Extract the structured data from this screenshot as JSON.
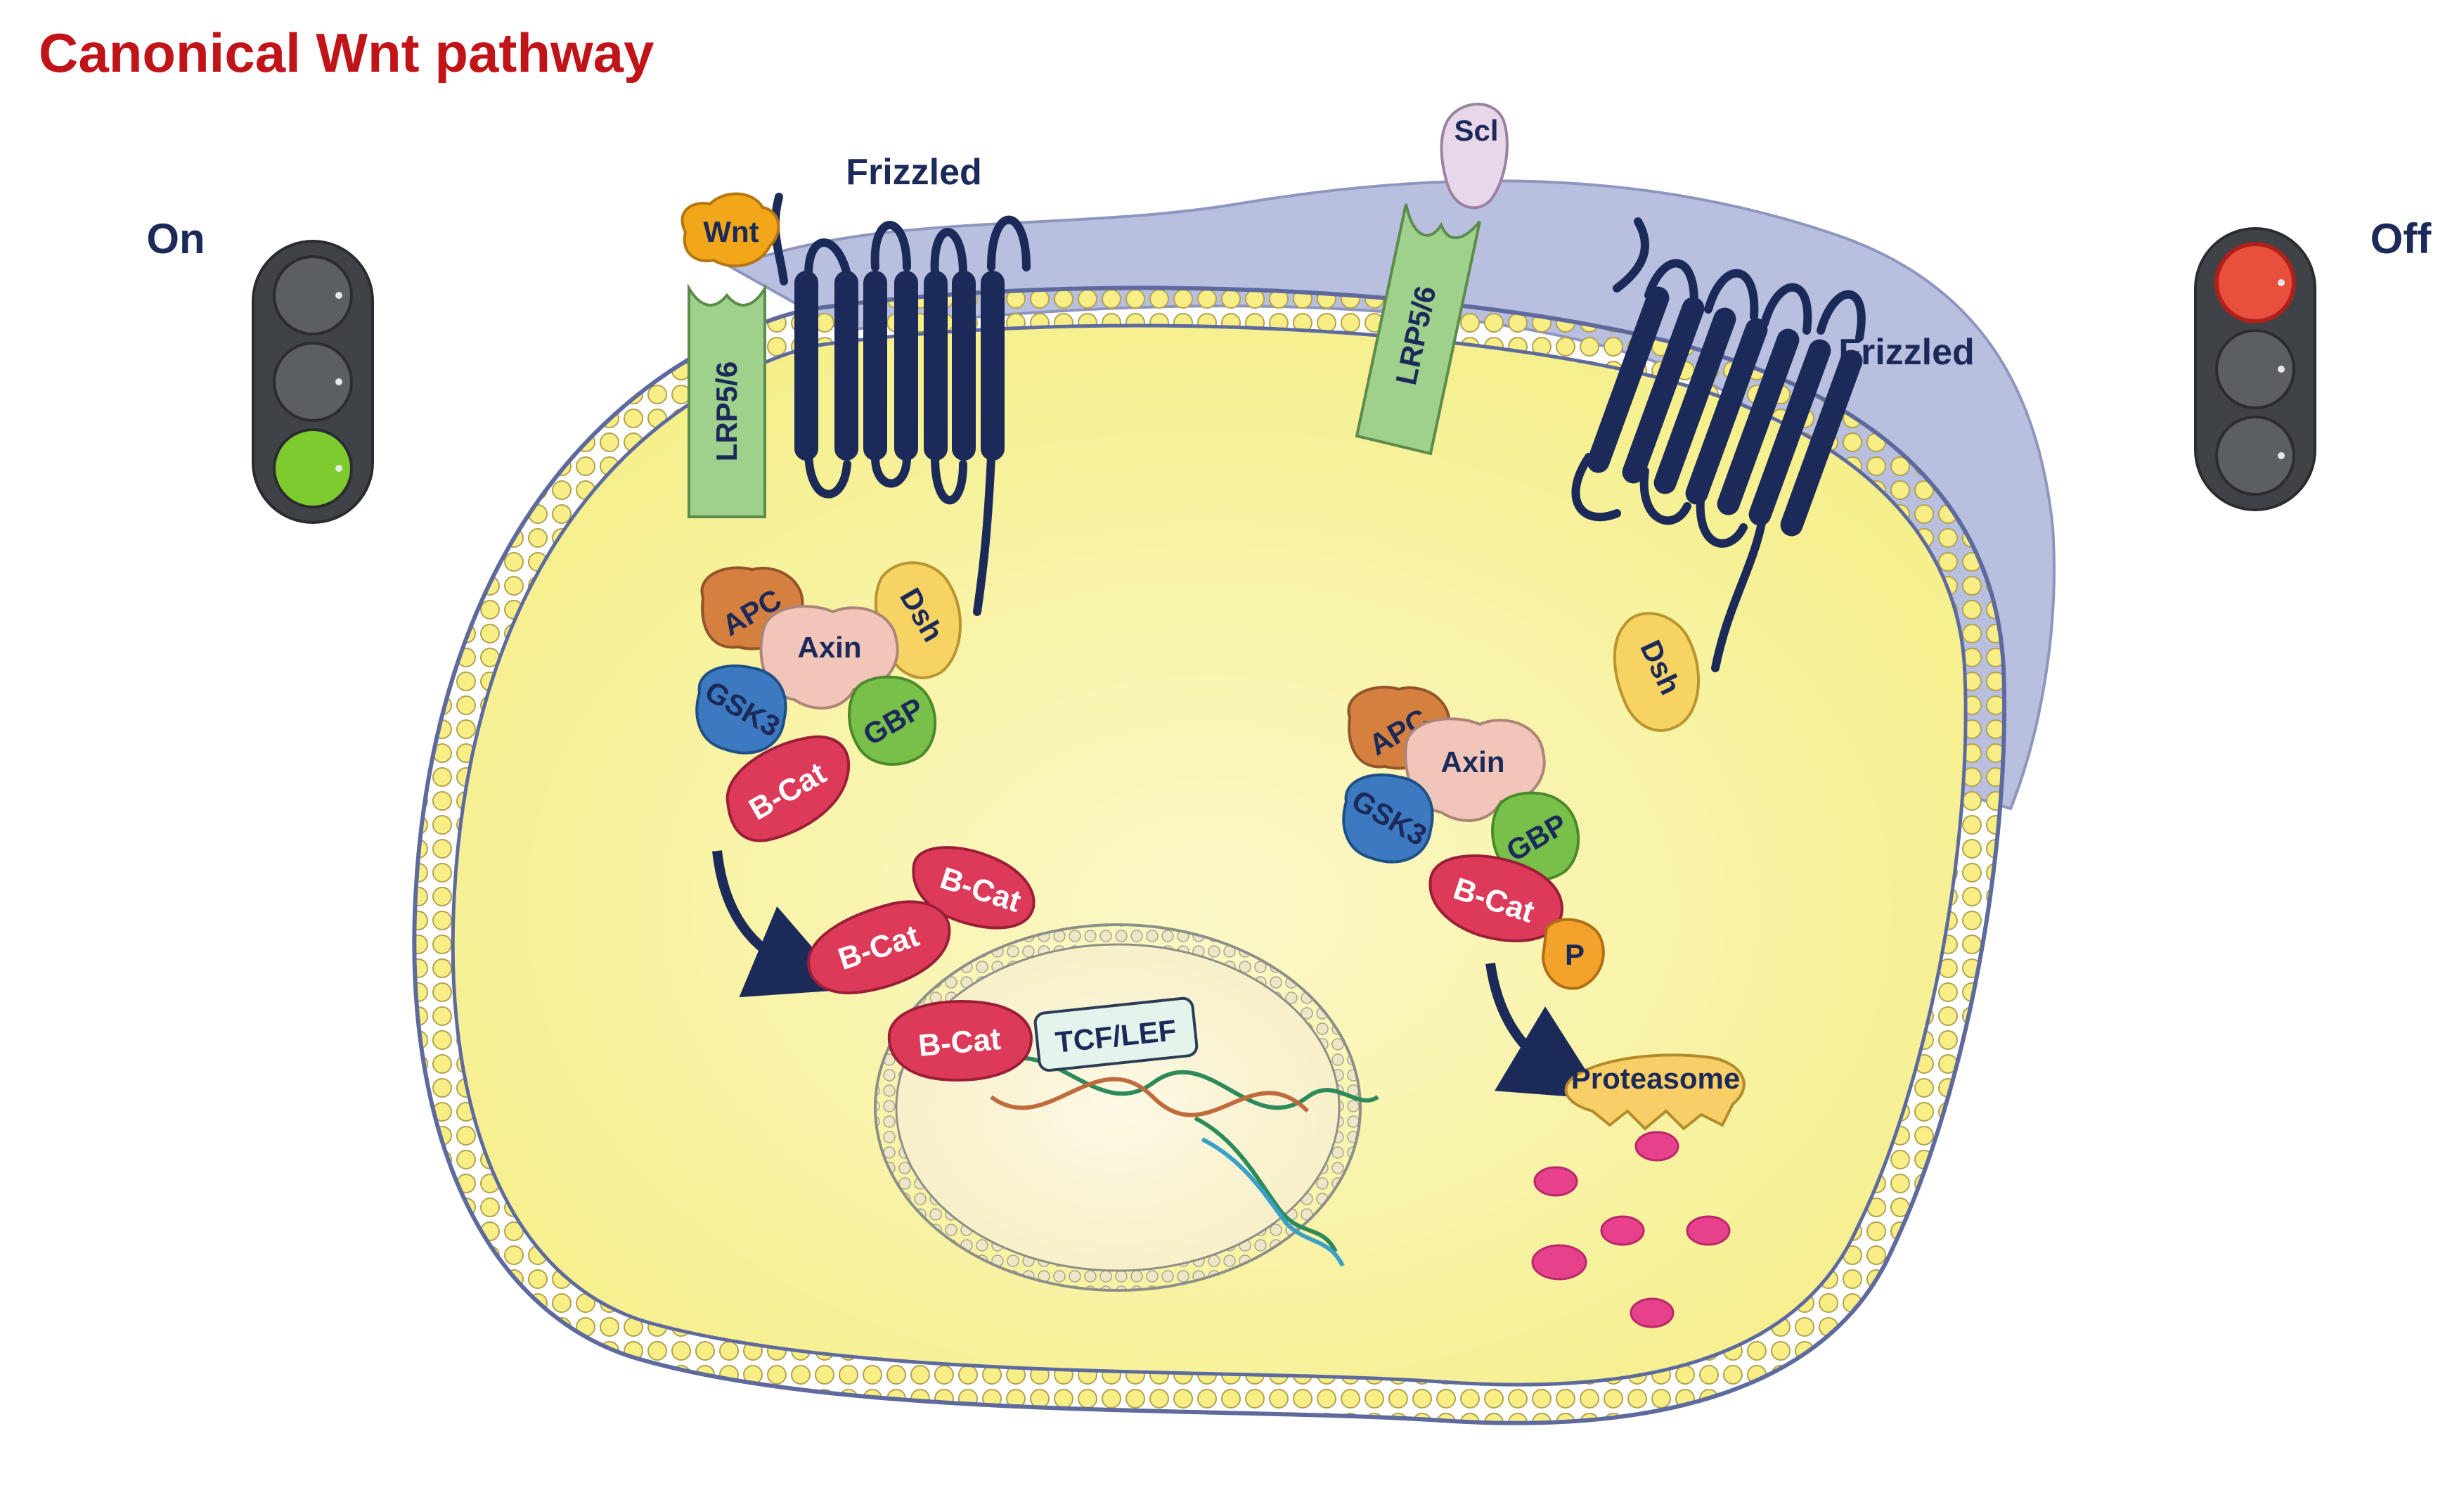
{
  "title": "Canonical Wnt pathway",
  "states": {
    "on": "On",
    "off": "Off"
  },
  "labels": {
    "frizzled_left": "Frizzled",
    "frizzled_right": "Frizzled",
    "wnt": "Wnt",
    "scl": "Scl",
    "lrp_left": "LRP5/6",
    "lrp_right": "LRP5/6",
    "apc_left": "APC",
    "axin_left": "Axin",
    "dsh_left": "Dsh",
    "gsk3_left": "GSK3",
    "gbp_left": "GBP",
    "bcat_complex_left": "B-Cat",
    "bcat_1": "B-Cat",
    "bcat_2": "B-Cat",
    "bcat_3": "B-Cat",
    "tcf_lef": "TCF/LEF",
    "apc_right": "APC",
    "axin_right": "Axin",
    "dsh_right": "Dsh",
    "gsk3_right": "GSK3",
    "gbp_right": "GBP",
    "bcat_right": "B-Cat",
    "phospho": "P",
    "proteasome": "Proteasome"
  },
  "colors": {
    "title": "#c01419",
    "label": "#1c2a5a",
    "cytoplasm": "#f7f29c",
    "extracellular": "#b8bfdf",
    "bcat": "#dd3a5a",
    "lrp": "#9fd18c",
    "wnt": "#f2a71b",
    "scl": "#e8d6ea",
    "apc": "#d68040",
    "axin": "#f1c6b8",
    "dsh": "#f7d363",
    "gsk3": "#3d79c1",
    "gbp": "#79c04a",
    "phospho": "#f3a32b",
    "degraded": "#e8418c",
    "light_green": "#7ecb2f",
    "light_red": "#e8503d",
    "light_off": "#5b5e62"
  }
}
